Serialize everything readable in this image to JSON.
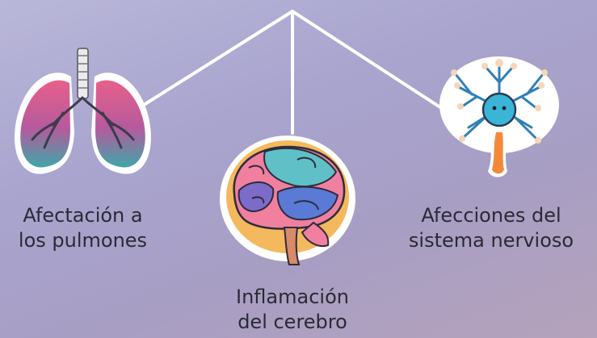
{
  "diagram": {
    "nodes": [
      {
        "id": "lungs",
        "label": "Afectación a\nlos pulmones",
        "icon": "lungs-icon"
      },
      {
        "id": "brain",
        "label": "Inflamación\ndel cerebro",
        "icon": "brain-icon"
      },
      {
        "id": "neuron",
        "label": "Afecciones del\nsistema nervioso",
        "icon": "neuron-icon"
      }
    ],
    "connector_color": "#ffffff"
  }
}
